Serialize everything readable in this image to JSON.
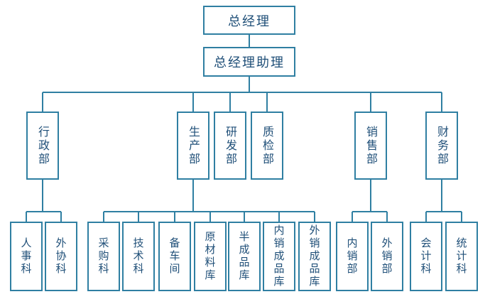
{
  "colors": {
    "line": "#2f7fa2",
    "text": "#1f4f78",
    "background": "#ffffff"
  },
  "nodes": {
    "ceo": "总经理",
    "assistant": "总经理助理",
    "admin": "行政部",
    "production": "生产部",
    "rnd": "研发部",
    "qc": "质检部",
    "sales": "销售部",
    "finance": "财务部",
    "hr": "人事科",
    "external": "外协科",
    "purchase": "采购科",
    "tech": "技术科",
    "workshop": "备车间",
    "raw_material": "原材料库",
    "semi_product": "半成品库",
    "domestic_store": "内销成品库",
    "export_store": "外销成品库",
    "domestic_sales": "内销部",
    "export_sales": "外销部",
    "accounting": "会计科",
    "statistics": "统计科"
  }
}
